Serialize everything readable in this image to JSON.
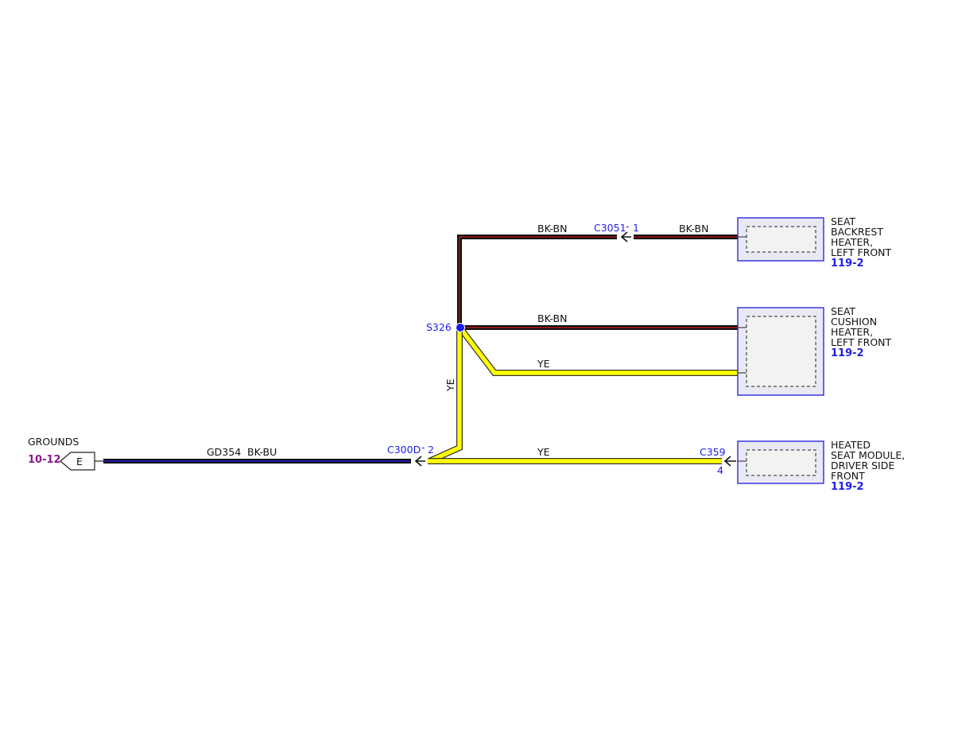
{
  "grounds": {
    "label": "GROUNDS",
    "page_ref": "10-12",
    "terminal": "E"
  },
  "wires": {
    "ground_circuit": "GD354",
    "ground_color": "BK-BU",
    "backrest_left_color": "BK-BN",
    "backrest_right_color": "BK-BN",
    "cushion_bkbn_color": "BK-BN",
    "cushion_ye_color": "YE",
    "vertical_ye_color": "YE",
    "module_ye_color": "YE"
  },
  "connectors": {
    "c3051": {
      "name": "C3051",
      "pin": "1"
    },
    "c300d": {
      "name": "C300D",
      "pin": "2"
    },
    "c359": {
      "name": "C359",
      "pin": "4"
    }
  },
  "splice": {
    "name": "S326"
  },
  "components": {
    "backrest": {
      "lines": [
        "SEAT",
        "BACKREST",
        "HEATER,",
        "LEFT FRONT"
      ],
      "page_ref": "119-2"
    },
    "cushion": {
      "lines": [
        "SEAT",
        "CUSHION",
        "HEATER,",
        "LEFT FRONT"
      ],
      "page_ref": "119-2"
    },
    "module": {
      "lines": [
        "HEATED",
        "SEAT MODULE,",
        "DRIVER SIDE",
        "FRONT"
      ],
      "page_ref": "119-2"
    }
  },
  "colors": {
    "bk_bn_outer": "#111111",
    "bk_bn_inner": "#b01818",
    "bk_bu_outer": "#111111",
    "bk_bu_inner": "#1a1aa0",
    "ye_outer": "#333333",
    "ye_inner": "#ffff00",
    "splice_dot": "#1a1aee",
    "label_blue": "#1f1fe6",
    "label_purple": "#8a1a8a"
  }
}
